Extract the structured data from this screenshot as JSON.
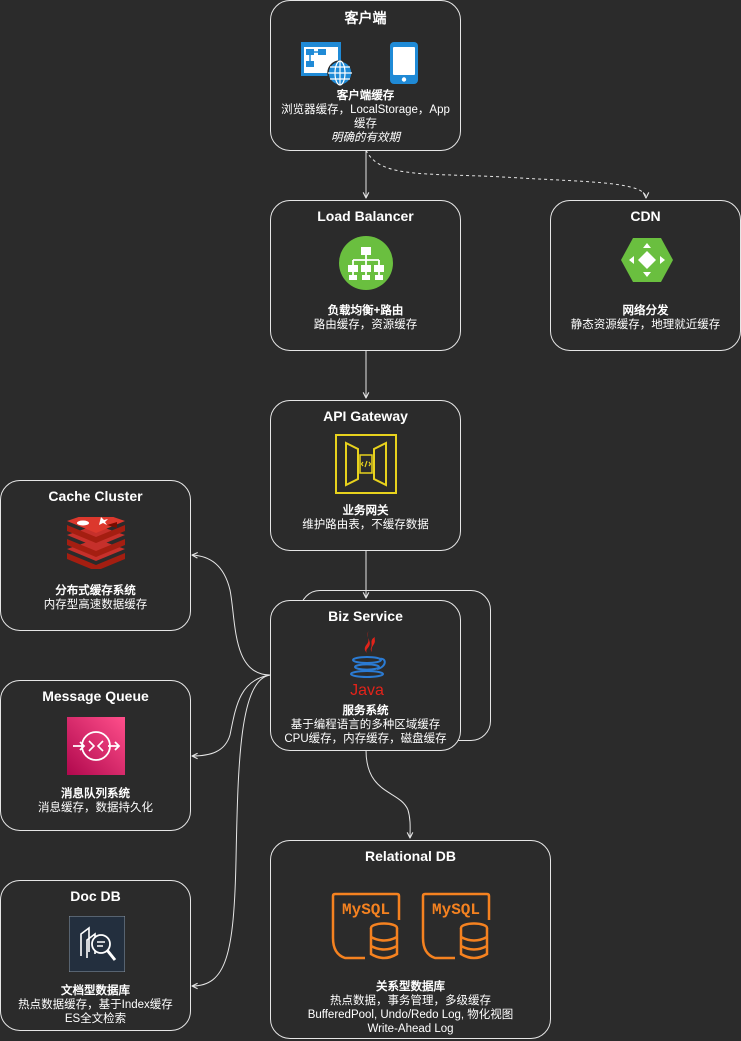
{
  "nodes": {
    "client": {
      "title": "客户端",
      "heading": "客户端缓存",
      "line1": "浏览器缓存，LocalStorage，App",
      "line2": "缓存",
      "note": "明确的有效期"
    },
    "lb": {
      "title": "Load Balancer",
      "heading": "负载均衡+路由",
      "line1": "路由缓存，资源缓存"
    },
    "cdn": {
      "title": "CDN",
      "heading": "网络分发",
      "line1": "静态资源缓存，地理就近缓存"
    },
    "gateway": {
      "title": "API Gateway",
      "heading": "业务网关",
      "line1": "维护路由表，不缓存数据"
    },
    "cache": {
      "title": "Cache Cluster",
      "heading": "分布式缓存系统",
      "line1": "内存型高速数据缓存"
    },
    "biz": {
      "title": "Biz Service",
      "java_label": "Java",
      "heading": "服务系统",
      "line1": "基于编程语言的多种区域缓存",
      "line2": "CPU缓存，内存缓存，磁盘缓存"
    },
    "mq": {
      "title": "Message Queue",
      "heading": "消息队列系统",
      "line1": "消息缓存，数据持久化"
    },
    "docdb": {
      "title": "Doc DB",
      "heading": "文档型数据库",
      "line1": "热点数据缓存，基于Index缓存",
      "line2": "ES全文检索"
    },
    "rdb": {
      "title": "Relational DB",
      "mysql_label_1": "MySQL",
      "mysql_label_2": "MySQL",
      "heading": "关系型数据库",
      "line1": "热点数据，事务管理，多级缓存",
      "line2": "BufferedPool, Undo/Redo Log, 物化视图",
      "line3": "Write-Ahead Log"
    }
  },
  "icons": {
    "client": [
      "web-app-globe-icon",
      "mobile-phone-icon"
    ],
    "lb": "load-balancer-hierarchy-icon",
    "cdn": "cdn-hexagon-icon",
    "gateway": "api-gateway-icon",
    "cache": "redis-icon",
    "biz": "java-icon",
    "mq": "message-queue-icon",
    "docdb": "document-search-icon",
    "rdb": [
      "mysql-database-icon",
      "mysql-database-icon"
    ]
  },
  "edges": [
    {
      "from": "client",
      "to": "lb",
      "style": "solid"
    },
    {
      "from": "client",
      "to": "cdn",
      "style": "dashed"
    },
    {
      "from": "lb",
      "to": "gateway",
      "style": "solid"
    },
    {
      "from": "gateway",
      "to": "biz",
      "style": "solid"
    },
    {
      "from": "biz",
      "to": "cache",
      "style": "solid"
    },
    {
      "from": "biz",
      "to": "mq",
      "style": "solid"
    },
    {
      "from": "biz",
      "to": "docdb",
      "style": "solid"
    },
    {
      "from": "biz",
      "to": "rdb",
      "style": "solid"
    }
  ],
  "colors": {
    "background": "#2b2b2b",
    "border": "#e6e6e6",
    "client_blue": "#1f8ad6",
    "green": "#6abf3f",
    "gateway_yellow": "#e8d21d",
    "redis_red": "#c6302b",
    "java_red": "#e2231a",
    "java_blue": "#2b7bd3",
    "mq_pink": "#d6286e",
    "docdb_bg": "#232f3e",
    "mysql_orange": "#f58220"
  }
}
